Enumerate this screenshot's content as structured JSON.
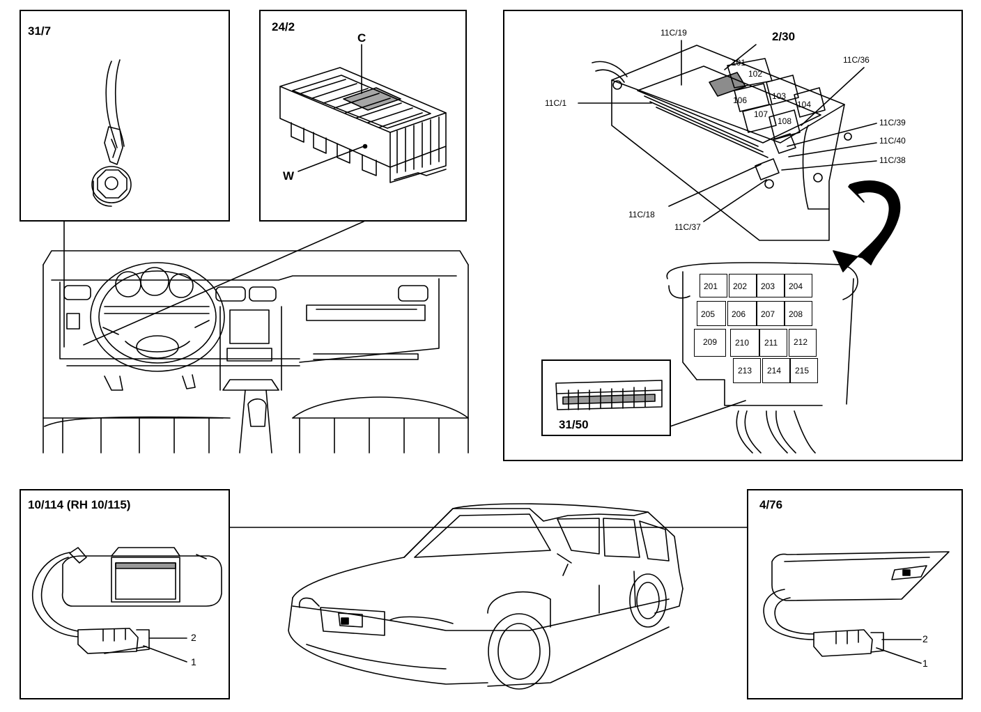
{
  "panels": {
    "p31_7": {
      "title": "31/7"
    },
    "p24_2": {
      "title": "24/2",
      "callout_c": "C",
      "callout_w": "W"
    },
    "fusebox": {
      "title_2_30": "2/30",
      "labels": {
        "c11_19": "11C/19",
        "c11_36": "11C/36",
        "c11_1": "11C/1",
        "c11_39": "11C/39",
        "c11_40": "11C/40",
        "c11_38": "11C/38",
        "c11_18": "11C/18",
        "c11_37": "11C/37"
      },
      "upper_relays": [
        "101",
        "102",
        "103",
        "104",
        "106",
        "107",
        "108"
      ],
      "lower_relays": [
        "201",
        "202",
        "203",
        "204",
        "205",
        "206",
        "207",
        "208",
        "209",
        "210",
        "211",
        "212",
        "213",
        "214",
        "215"
      ],
      "inset_title": "31/50"
    },
    "p10_114": {
      "title": "10/114 (RH 10/115)",
      "pin2": "2",
      "pin1": "1"
    },
    "p4_76": {
      "title": "4/76",
      "pin2": "2",
      "pin1": "1"
    }
  }
}
